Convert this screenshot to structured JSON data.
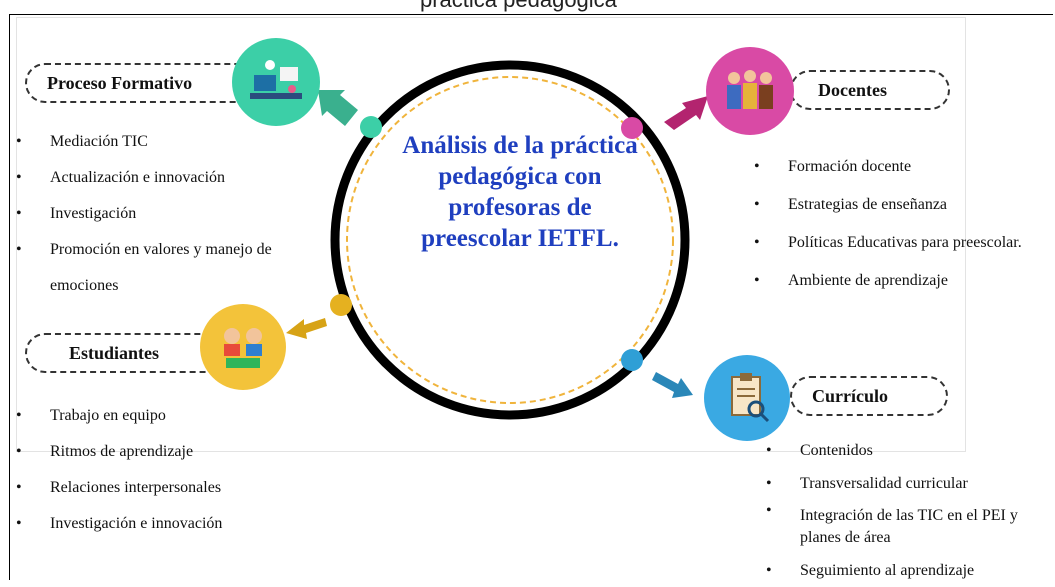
{
  "caption_top": "práctica pedagógica",
  "center_title": "Análisis de la práctica pedagógica con profesoras de preescolar IETFL.",
  "colors": {
    "ring": "#000000",
    "inner_dash": "#f0b43c",
    "title": "#1f3fbf",
    "proceso_accent": "#3ccfa7",
    "docentes_accent": "#d94aa5",
    "estudiantes_accent": "#e5b120",
    "curriculo_accent": "#2f9fd6"
  },
  "sections": {
    "proceso": {
      "label": "Proceso Formativo",
      "icon": "education-technology-icon",
      "items": [
        "Mediación TIC",
        "Actualización e innovación",
        "Investigación",
        "Promoción en valores y manejo de emociones"
      ]
    },
    "docentes": {
      "label": "Docentes",
      "icon": "teachers-group-icon",
      "items": [
        "Formación docente",
        "Estrategias de enseñanza",
        "Políticas Educativas para preescolar.",
        "Ambiente de aprendizaje"
      ]
    },
    "estudiantes": {
      "label": "Estudiantes",
      "icon": "children-books-icon",
      "items": [
        "Trabajo en equipo",
        "Ritmos de aprendizaje",
        "Relaciones interpersonales",
        "Investigación e innovación"
      ]
    },
    "curriculo": {
      "label": "Currículo",
      "icon": "clipboard-search-icon",
      "items": [
        "Contenidos",
        "Transversalidad curricular",
        "Integración de las TIC en el PEI y planes de área",
        "Seguimiento al aprendizaje"
      ]
    }
  }
}
